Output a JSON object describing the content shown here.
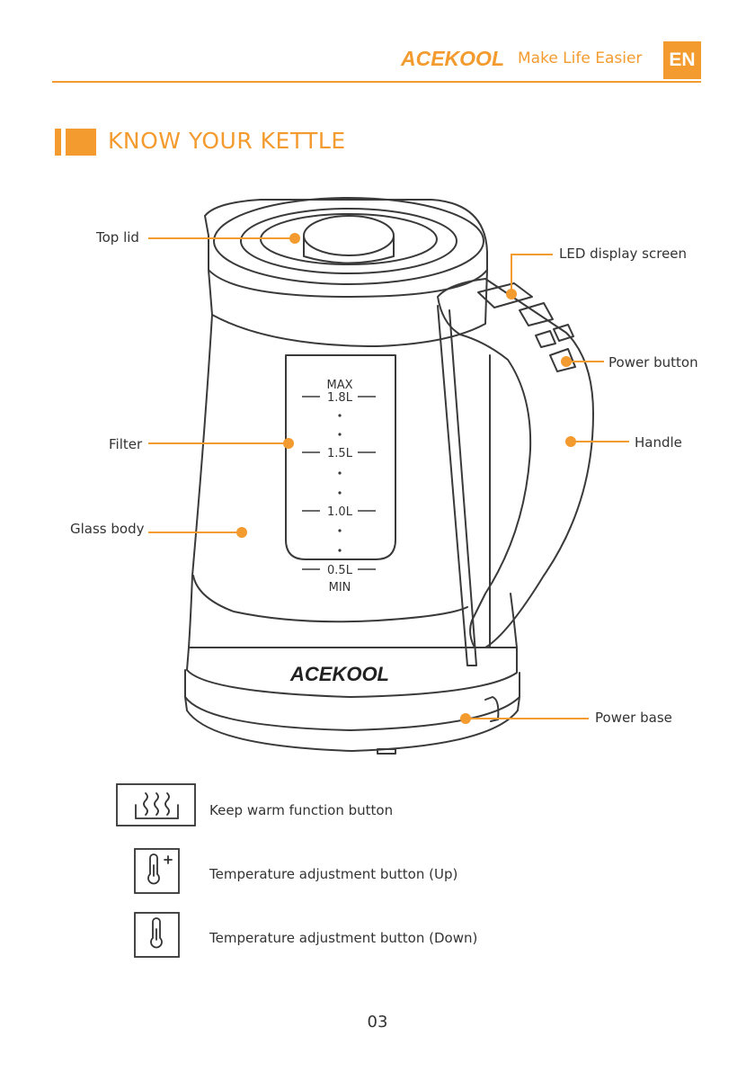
{
  "header": {
    "brand": "ACEKOOL",
    "tagline": "Make Life Easier",
    "language": "EN"
  },
  "section": {
    "title": "KNOW YOUR KETTLE"
  },
  "callouts": {
    "top_lid": "Top lid",
    "led_display": "LED display screen",
    "power_button": "Power button",
    "filter": "Filter",
    "handle": "Handle",
    "glass_body": "Glass body",
    "power_base": "Power base"
  },
  "kettle": {
    "brand_mark": "ACEKOOL",
    "scale": {
      "max": "MAX",
      "mark_18": "1.8L",
      "mark_15": "1.5L",
      "mark_10": "1.0L",
      "mark_05": "0.5L",
      "min": "MIN"
    }
  },
  "legend": {
    "keep_warm": "Keep warm function button",
    "temp_up": "Temperature adjustment button (Up)",
    "temp_down": "Temperature adjustment button (Down)"
  },
  "footer": {
    "page_number": "03"
  },
  "colors": {
    "accent": "#f39b2e",
    "text": "#333333",
    "line_art": "#3a3a3a"
  }
}
